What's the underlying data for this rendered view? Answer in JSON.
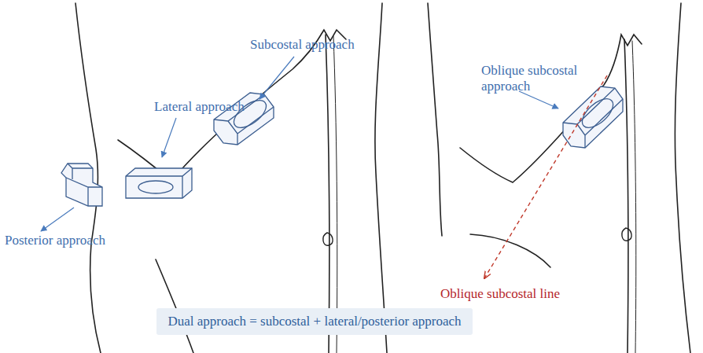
{
  "diagram": {
    "nodes": [
      {
        "text": [
          "Dual approach = subcostal + lateral/posterior approach"
        ]
      }
    ],
    "labels": [
      "Subcostal approach",
      "Lateral approach",
      "Posterior approach",
      "Oblique subcostal approach",
      "Oblique subcostal line"
    ]
  }
}
